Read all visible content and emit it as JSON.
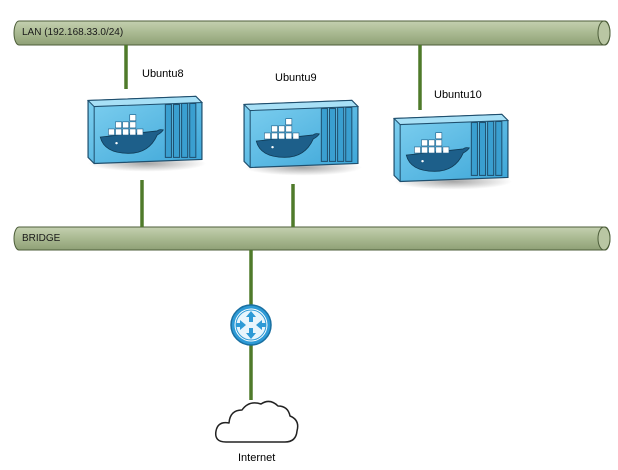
{
  "buses": {
    "lan": {
      "label": "LAN (192.168.33.0/24)"
    },
    "bridge": {
      "label": "BRIDGE"
    }
  },
  "containers": [
    {
      "name": "Ubuntu8",
      "icon": "docker-container-icon"
    },
    {
      "name": "Ubuntu9",
      "icon": "docker-container-icon"
    },
    {
      "name": "Ubuntu10",
      "icon": "docker-container-icon"
    }
  ],
  "router": {
    "icon": "router-icon"
  },
  "internet": {
    "label": "Internet",
    "icon": "cloud-icon"
  },
  "colors": {
    "bus_fill": "#a9b991",
    "bus_stroke": "#4d5e3a",
    "link": "#4f7a2a",
    "container_fill": "#5ab8e0",
    "container_dark": "#2b7fb4",
    "router": "#2d9ad6"
  }
}
